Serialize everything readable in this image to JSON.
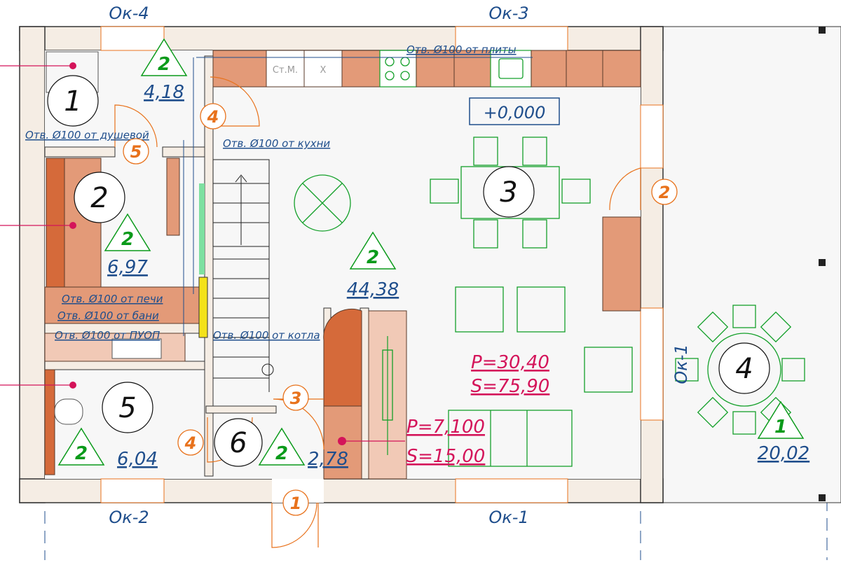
{
  "windows": {
    "ok4": "Ок-4",
    "ok3": "Ок-3",
    "ok2": "Ок-2",
    "ok1_bottom": "Ок-1",
    "ok1_side": "Ок-1"
  },
  "level_mark": "+0,000",
  "notes": {
    "plita": "Отв.  Ø100 от плиты",
    "dushevoy": "Отв.  Ø100 от душевой",
    "kuhni": "Отв.  Ø100 от кухни",
    "pechi": "Отв.  Ø100 от печи",
    "bani": "Отв.  Ø100 от бани",
    "puop": "Отв.  Ø100 от ПУОП",
    "kotla": "Отв.  Ø100 от котла"
  },
  "appliances": {
    "stm": "Ст.М.",
    "x": "Х"
  },
  "rooms": [
    {
      "number": "1",
      "area": "4,18",
      "category": "2"
    },
    {
      "number": "2",
      "area": "6,97",
      "category": "2"
    },
    {
      "number": "3",
      "area": "44,38",
      "category": "2"
    },
    {
      "number": "4",
      "area": "20,02",
      "category": "1"
    },
    {
      "number": "5",
      "area": "6,04",
      "category": "2"
    },
    {
      "number": "6",
      "area": "2,78",
      "category": "2"
    }
  ],
  "doors": [
    "1",
    "2",
    "3",
    "4",
    "4",
    "5"
  ],
  "stats": {
    "main": {
      "p": "P=30,40",
      "s": "S=75,90"
    },
    "oven": {
      "p": "P=7,100",
      "s": "S=15,00"
    }
  },
  "colors": {
    "dimension_blue": "#1f4e8c",
    "marker_magenta": "#d4145a",
    "door_orange": "#e8721c",
    "furniture_green": "#14a02a",
    "cabinet_brown": "#e39a78"
  }
}
